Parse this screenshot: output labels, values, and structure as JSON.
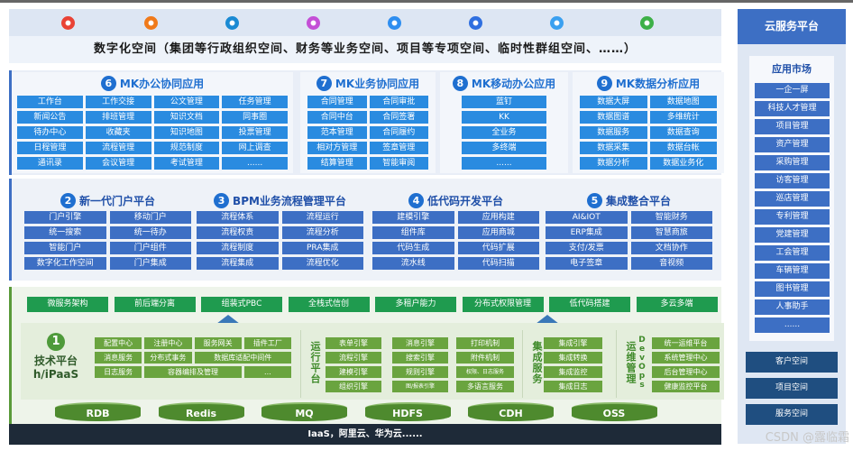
{
  "browser_icons": [
    {
      "name": "chrome-icon",
      "color": "#e94235"
    },
    {
      "name": "firefox-icon",
      "color": "#f07a1a"
    },
    {
      "name": "edge-icon",
      "color": "#1a8ad3"
    },
    {
      "name": "pinwheel-app-icon",
      "color": "#c44fd6"
    },
    {
      "name": "dingtalk-icon",
      "color": "#2e8ef0"
    },
    {
      "name": "lark-icon",
      "color": "#2f6fe0"
    },
    {
      "name": "chat-bubble-icon",
      "color": "#3aa0f0"
    },
    {
      "name": "green-logo-icon",
      "color": "#3db048"
    }
  ],
  "title": "数字化空间（集团等行政组织空间、财务等业务空间、项目等专项空间、临时性群组空间、……）",
  "apps": [
    {
      "num": "6",
      "title": "MK办公协同应用",
      "cols": 4,
      "items": [
        "工作台",
        "工作交接",
        "公文管理",
        "任务管理",
        "新闻公告",
        "排班管理",
        "知识文档",
        "同事圈",
        "待办中心",
        "收藏夹",
        "知识地图",
        "投票管理",
        "日程管理",
        "流程管理",
        "规范制度",
        "网上调查",
        "通讯录",
        "会议管理",
        "考试管理",
        "......"
      ]
    },
    {
      "num": "7",
      "title": "MK业务协同应用",
      "cols": 2,
      "items": [
        "合同管理",
        "合同审批",
        "合同中台",
        "合同签署",
        "范本管理",
        "合同履约",
        "相对方管理",
        "签章管理",
        "结算管理",
        "智能审阅"
      ]
    },
    {
      "num": "8",
      "title": "MK移动办公应用",
      "cols": 1,
      "items": [
        "蓝钉",
        "KK",
        "全业务",
        "多终端",
        "......"
      ]
    },
    {
      "num": "9",
      "title": "MK数据分析应用",
      "cols": 2,
      "items": [
        "数据大屏",
        "数据地图",
        "数据图谱",
        "多维统计",
        "数据服务",
        "数据查询",
        "数据采集",
        "数据台帐",
        "数据分析",
        "数据业务化"
      ]
    }
  ],
  "platforms": [
    {
      "num": "2",
      "title": "新一代门户平台",
      "items": [
        "门户引擎",
        "移动门户",
        "统一搜索",
        "统一待办",
        "智能门户",
        "门户组件",
        "数字化工作空间",
        "门户集成"
      ]
    },
    {
      "num": "3",
      "title": "BPM业务流程管理平台",
      "items": [
        "流程体系",
        "流程运行",
        "流程权责",
        "流程分析",
        "流程制度",
        "PRA集成",
        "流程集成",
        "流程优化"
      ]
    },
    {
      "num": "4",
      "title": "低代码开发平台",
      "items": [
        "建模引擎",
        "应用构建",
        "组件库",
        "应用商城",
        "代码生成",
        "代码扩展",
        "流水线",
        "代码扫描"
      ]
    },
    {
      "num": "5",
      "title": "集成整合平台",
      "items": [
        "AI&IOT",
        "智能财务",
        "ERP集成",
        "智慧商旅",
        "支付/发票",
        "文档协作",
        "电子签章",
        "音视频"
      ]
    }
  ],
  "capabilities": [
    "微服务架构",
    "前后端分离",
    "组装式PBC",
    "全栈式信创",
    "多租户能力",
    "分布式权限管理",
    "低代码搭建",
    "多云多端"
  ],
  "tech_platform": {
    "num": "1",
    "title": "技术平台",
    "subtitle": "h/iPaaS",
    "items": [
      "配置中心",
      "注册中心",
      "服务网关",
      "插件工厂",
      "消息服务",
      "分布式事务",
      "数据库适配中间件",
      "日志服务",
      "容器编排及管理",
      "..."
    ],
    "runtime_label": "运行平台",
    "runtime_cols": [
      [
        "表单引擎",
        "流程引擎",
        "建模引擎",
        "组织引擎"
      ],
      [
        "消息引擎",
        "搜索引擎",
        "规则引擎",
        "图/报表引擎"
      ],
      [
        "打印机制",
        "附件机制",
        "权限、日志服务",
        "多语言服务"
      ]
    ],
    "integration_label": "集成服务",
    "integration_items": [
      "集成引擎",
      "集成转换",
      "集成监控",
      "集成日志"
    ],
    "ops_label": "运维管理",
    "devops_label": "DevOps",
    "ops_items": [
      "统一运维平台",
      "系统管理中心",
      "后台管理中心",
      "健康监控平台"
    ]
  },
  "databases": [
    "RDB",
    "Redis",
    "MQ",
    "HDFS",
    "CDH",
    "OSS"
  ],
  "iaas": "IaaS，阿里云、华为云......",
  "sidebar": {
    "title": "云服务平台",
    "market_title": "应用市场",
    "market_items": [
      "一企一屏",
      "科技人才管理",
      "项目管理",
      "资产管理",
      "采购管理",
      "访客管理",
      "巡店管理",
      "专利管理",
      "党建管理",
      "工会管理",
      "车辆管理",
      "图书管理",
      "人事助手",
      "......"
    ],
    "spaces": [
      "客户空间",
      "项目空间",
      "服务空间"
    ]
  },
  "watermark": "CSDN @露临霜"
}
